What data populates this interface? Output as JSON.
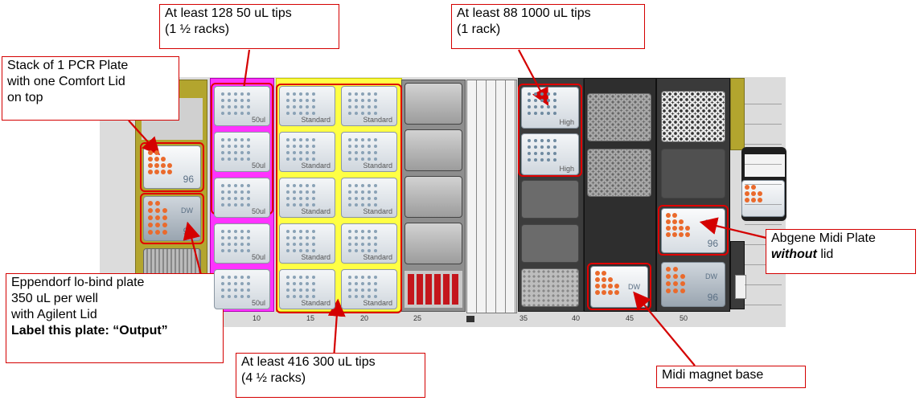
{
  "callouts": {
    "tips50": {
      "line1": "At least 128 50 uL tips",
      "line2": "(1 ½ racks)"
    },
    "tips1000": {
      "line1": "At least 88 1000 uL tips",
      "line2": "(1 rack)"
    },
    "pcr": {
      "line1": "Stack of 1 PCR Plate",
      "line2": "with one Comfort Lid",
      "line3": "on top"
    },
    "eppendorf": {
      "line1": "Eppendorf lo-bind plate",
      "line2": "350 uL per well",
      "line3": "with Agilent Lid",
      "line4": "Label this plate: “Output”"
    },
    "tips300": {
      "line1": "At least 416 300 uL tips",
      "line2": "(4 ½ racks)"
    },
    "abgene": {
      "line1": "Abgene Midi Plate",
      "line2_em": "without",
      "line2_rest": " lid"
    },
    "magnet": {
      "line1": "Midi magnet base"
    }
  },
  "deck": {
    "plate_labels": {
      "pcr": "96",
      "dw": "DW",
      "dw96": "96"
    },
    "tip_labels": {
      "small": "50ul",
      "standard": "Standard",
      "high": "High"
    },
    "ticks": [
      "10",
      "15",
      "20",
      "25",
      "35",
      "40",
      "45",
      "50"
    ],
    "colors": {
      "accent": "#e00000",
      "magenta": "#ff33ff",
      "yellow": "#ffff44",
      "olive": "#b3a52e",
      "orange": "#ea6a2c"
    }
  }
}
